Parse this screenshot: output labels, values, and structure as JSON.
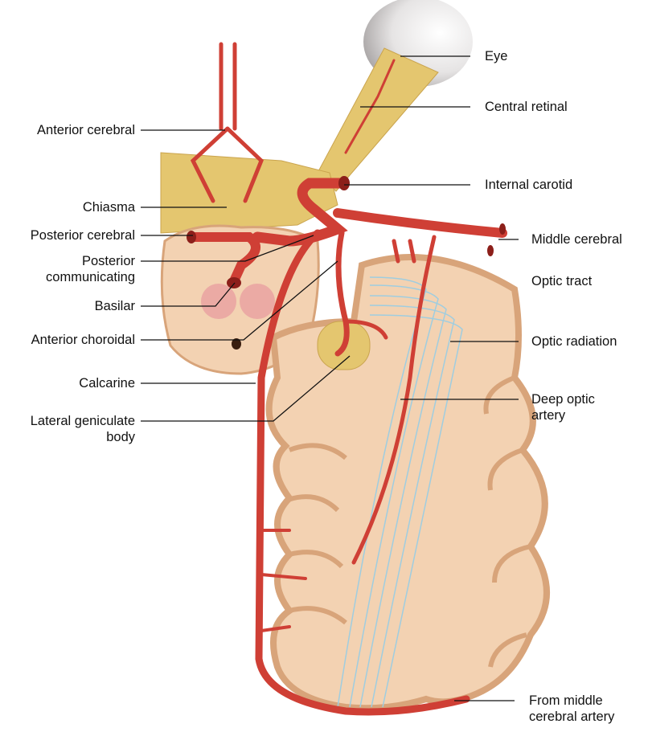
{
  "colors": {
    "artery": "#cf3f35",
    "artery_dark": "#8c1f1a",
    "optic_nerve": "#e4c66f",
    "brain_tissue": "#f3d2b2",
    "cortex": "#d8a47a",
    "radiation_fibers": "#9fcde0",
    "leader_line": "#111111"
  },
  "labels": {
    "eye": "Eye",
    "central_retinal": "Central retinal",
    "anterior_cerebral": "Anterior cerebral",
    "internal_carotid": "Internal carotid",
    "chiasma": "Chiasma",
    "posterior_cerebral": "Posterior cerebral",
    "middle_cerebral": "Middle cerebral",
    "posterior_communicating_1": "Posterior",
    "posterior_communicating_2": "communicating",
    "optic_tract": "Optic tract",
    "basilar": "Basilar",
    "anterior_choroidal": "Anterior choroidal",
    "optic_radiation": "Optic radiation",
    "calcarine": "Calcarine",
    "deep_optic_1": "Deep optic",
    "deep_optic_2": "artery",
    "lateral_geniculate_1": "Lateral geniculate",
    "lateral_geniculate_2": "body",
    "from_middle_1": "From middle",
    "from_middle_2": "cerebral artery"
  }
}
